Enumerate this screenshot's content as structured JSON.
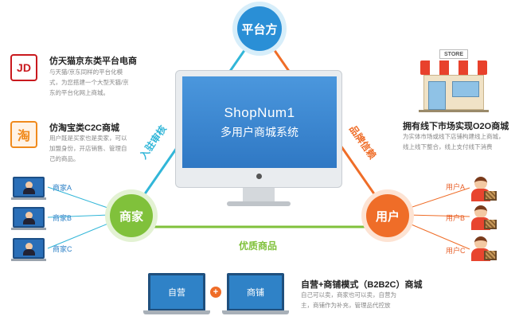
{
  "platform_node": {
    "label": "平台方"
  },
  "merchant_node": {
    "label": "商家"
  },
  "user_node": {
    "label": "用户"
  },
  "monitor": {
    "line1": "ShopNum1",
    "line2": "多用户商城系统"
  },
  "edges": {
    "left": "入驻审核",
    "right": "品牌信赖",
    "bottom": "优质商品"
  },
  "left_panel": {
    "items": [
      {
        "badge": "JD",
        "title": "仿天猫京东类平台电商",
        "desc": "与天猫/京东同样的平台化模式，为您搭建一个大型天猫/京东的平台化网上商城。"
      },
      {
        "badge": "淘",
        "title": "仿淘宝类C2C商城",
        "desc": "用户既是买家也是卖家，可以加盟身份，开店销售、管理自己的商品。"
      }
    ],
    "merchants": [
      "商家A",
      "商家B",
      "商家C"
    ]
  },
  "right_panel": {
    "store_sign": "STORE",
    "title": "拥有线下市场实现O2O商城",
    "desc": "为实体市场或线下店铺构建线上商城，线上线下整合，线上支付线下消费",
    "users": [
      "用户A",
      "用户B",
      "用户C"
    ]
  },
  "bottom_panel": {
    "laptop1": "自营",
    "laptop2": "商铺",
    "plus": "+",
    "title": "自营+商铺模式（B2B2C）商城",
    "desc": "自己可以卖，商家也可以卖，自营为主，商铺作为补充，管理品代控放"
  },
  "colors": {
    "blue": "#2a8fd6",
    "cyan": "#31b6d8",
    "green": "#80c13b",
    "orange": "#ef6d28",
    "screen": "#3b88d3"
  }
}
